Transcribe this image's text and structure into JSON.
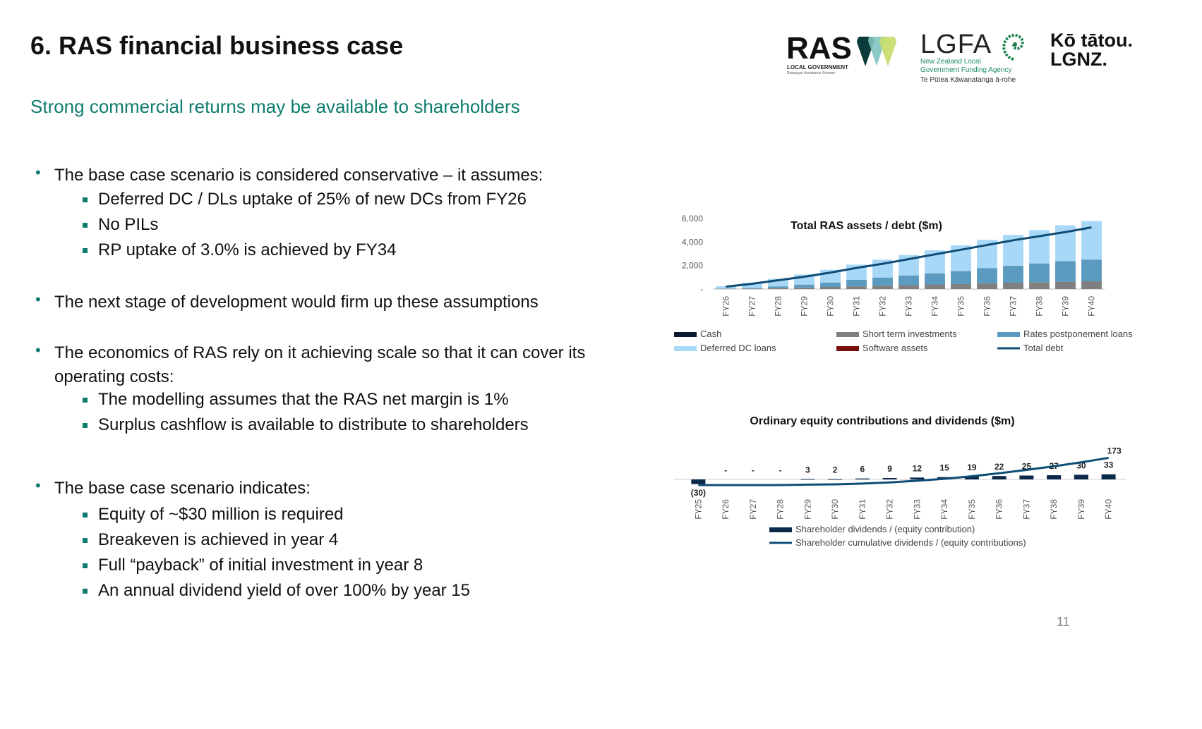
{
  "slide": {
    "title": "6. RAS financial business case",
    "subtitle": "Strong commercial returns may be available to shareholders",
    "page_number": "11"
  },
  "logos": {
    "ras": {
      "name": "RAS",
      "line1": "LOCAL GOVERNMENT",
      "line2": "Ratepayer Assistance Scheme"
    },
    "lgfa": {
      "name": "LGFA",
      "line1": "New Zealand Local",
      "line2": "Government Funding Agency",
      "line3": "Te Pūtea Kāwanatanga ā-rohe"
    },
    "lgnz": {
      "line1": "Kō tātou.",
      "line2": "LGNZ."
    }
  },
  "bullets": [
    {
      "text": "The base case scenario is considered conservative – it assumes:",
      "sub": [
        "Deferred DC / DLs uptake of 25% of new DCs from FY26",
        "No PILs",
        "RP uptake of 3.0% is achieved by FY34"
      ]
    },
    {
      "text": "The next stage of development would firm up these assumptions",
      "sub": []
    },
    {
      "text": "The economics of RAS rely on it achieving scale so that it can cover its operating costs:",
      "sub": [
        "The modelling assumes that the RAS net margin is 1%",
        "Surplus cashflow is available to distribute to shareholders"
      ]
    },
    {
      "text": "The base case scenario indicates:",
      "sub": [
        "Equity of  ~$30 million is required",
        "Breakeven is achieved in year 4",
        "Full “payback” of initial investment in year 8",
        "An annual dividend yield of over 100% by year 15"
      ]
    }
  ],
  "chart_data": [
    {
      "type": "bar",
      "stacked": true,
      "title": "Total RAS assets / debt ($m)",
      "categories": [
        "FY26",
        "FY27",
        "FY28",
        "FY29",
        "FY30",
        "FY31",
        "FY32",
        "FY33",
        "FY34",
        "FY35",
        "FY36",
        "FY37",
        "FY38",
        "FY39",
        "FY40"
      ],
      "ylim": [
        0,
        6000
      ],
      "yticks": [
        "6,000",
        "4,000",
        "2,000",
        "-"
      ],
      "ytick_values": [
        6000,
        4000,
        2000,
        0
      ],
      "series": [
        {
          "name": "Cash",
          "color": "#0b1a2e",
          "values": [
            0,
            0,
            0,
            0,
            0,
            0,
            0,
            0,
            0,
            0,
            0,
            0,
            0,
            0,
            0
          ]
        },
        {
          "name": "Short term investments",
          "color": "#7f7f7f",
          "values": [
            20,
            40,
            80,
            130,
            180,
            230,
            280,
            340,
            390,
            440,
            490,
            540,
            580,
            620,
            660
          ]
        },
        {
          "name": "Rates postponement loans",
          "color": "#5b9bc0",
          "values": [
            20,
            60,
            150,
            250,
            380,
            550,
            700,
            820,
            950,
            1100,
            1300,
            1450,
            1600,
            1750,
            1850
          ]
        },
        {
          "name": "Deferred DC loans",
          "color": "#a8d8f8",
          "values": [
            200,
            420,
            640,
            860,
            1080,
            1300,
            1520,
            1740,
            1960,
            2180,
            2400,
            2620,
            2840,
            3060,
            3280
          ]
        },
        {
          "name": "Software assets",
          "color": "#7a0f0f",
          "values": [
            0,
            0,
            0,
            0,
            0,
            0,
            0,
            0,
            0,
            0,
            0,
            0,
            0,
            0,
            0
          ]
        }
      ],
      "line": {
        "name": "Total debt",
        "color": "#0f4c75",
        "values": [
          200,
          450,
          750,
          1050,
          1400,
          1800,
          2150,
          2550,
          2950,
          3350,
          3750,
          4150,
          4500,
          4850,
          5250
        ]
      },
      "legend": "bottom"
    },
    {
      "type": "bar",
      "title": "Ordinary equity contributions and dividends ($m)",
      "categories": [
        "FY25",
        "FY26",
        "FY27",
        "FY28",
        "FY29",
        "FY30",
        "FY31",
        "FY32",
        "FY33",
        "FY34",
        "FY35",
        "FY36",
        "FY37",
        "FY38",
        "FY39",
        "FY40"
      ],
      "value_labels": [
        "(30)",
        "-",
        "-",
        "-",
        "3",
        "2",
        "6",
        "9",
        "12",
        "15",
        "19",
        "22",
        "25",
        "27",
        "30",
        "33"
      ],
      "series": [
        {
          "name": "Shareholder dividends / (equity contribution)",
          "color": "#0b2a4a",
          "values": [
            -30,
            0,
            0,
            0,
            3,
            2,
            6,
            9,
            12,
            15,
            19,
            22,
            25,
            27,
            30,
            33
          ]
        }
      ],
      "line": {
        "name": "Shareholder cumulative dividends / (equity contributions)",
        "color": "#0f4c75",
        "values": [
          -30,
          -30,
          -30,
          -30,
          -27,
          -25,
          -19,
          -10,
          2,
          17,
          36,
          58,
          83,
          110,
          140,
          173
        ]
      },
      "line_end_label": "173",
      "legend": "bottom"
    }
  ]
}
